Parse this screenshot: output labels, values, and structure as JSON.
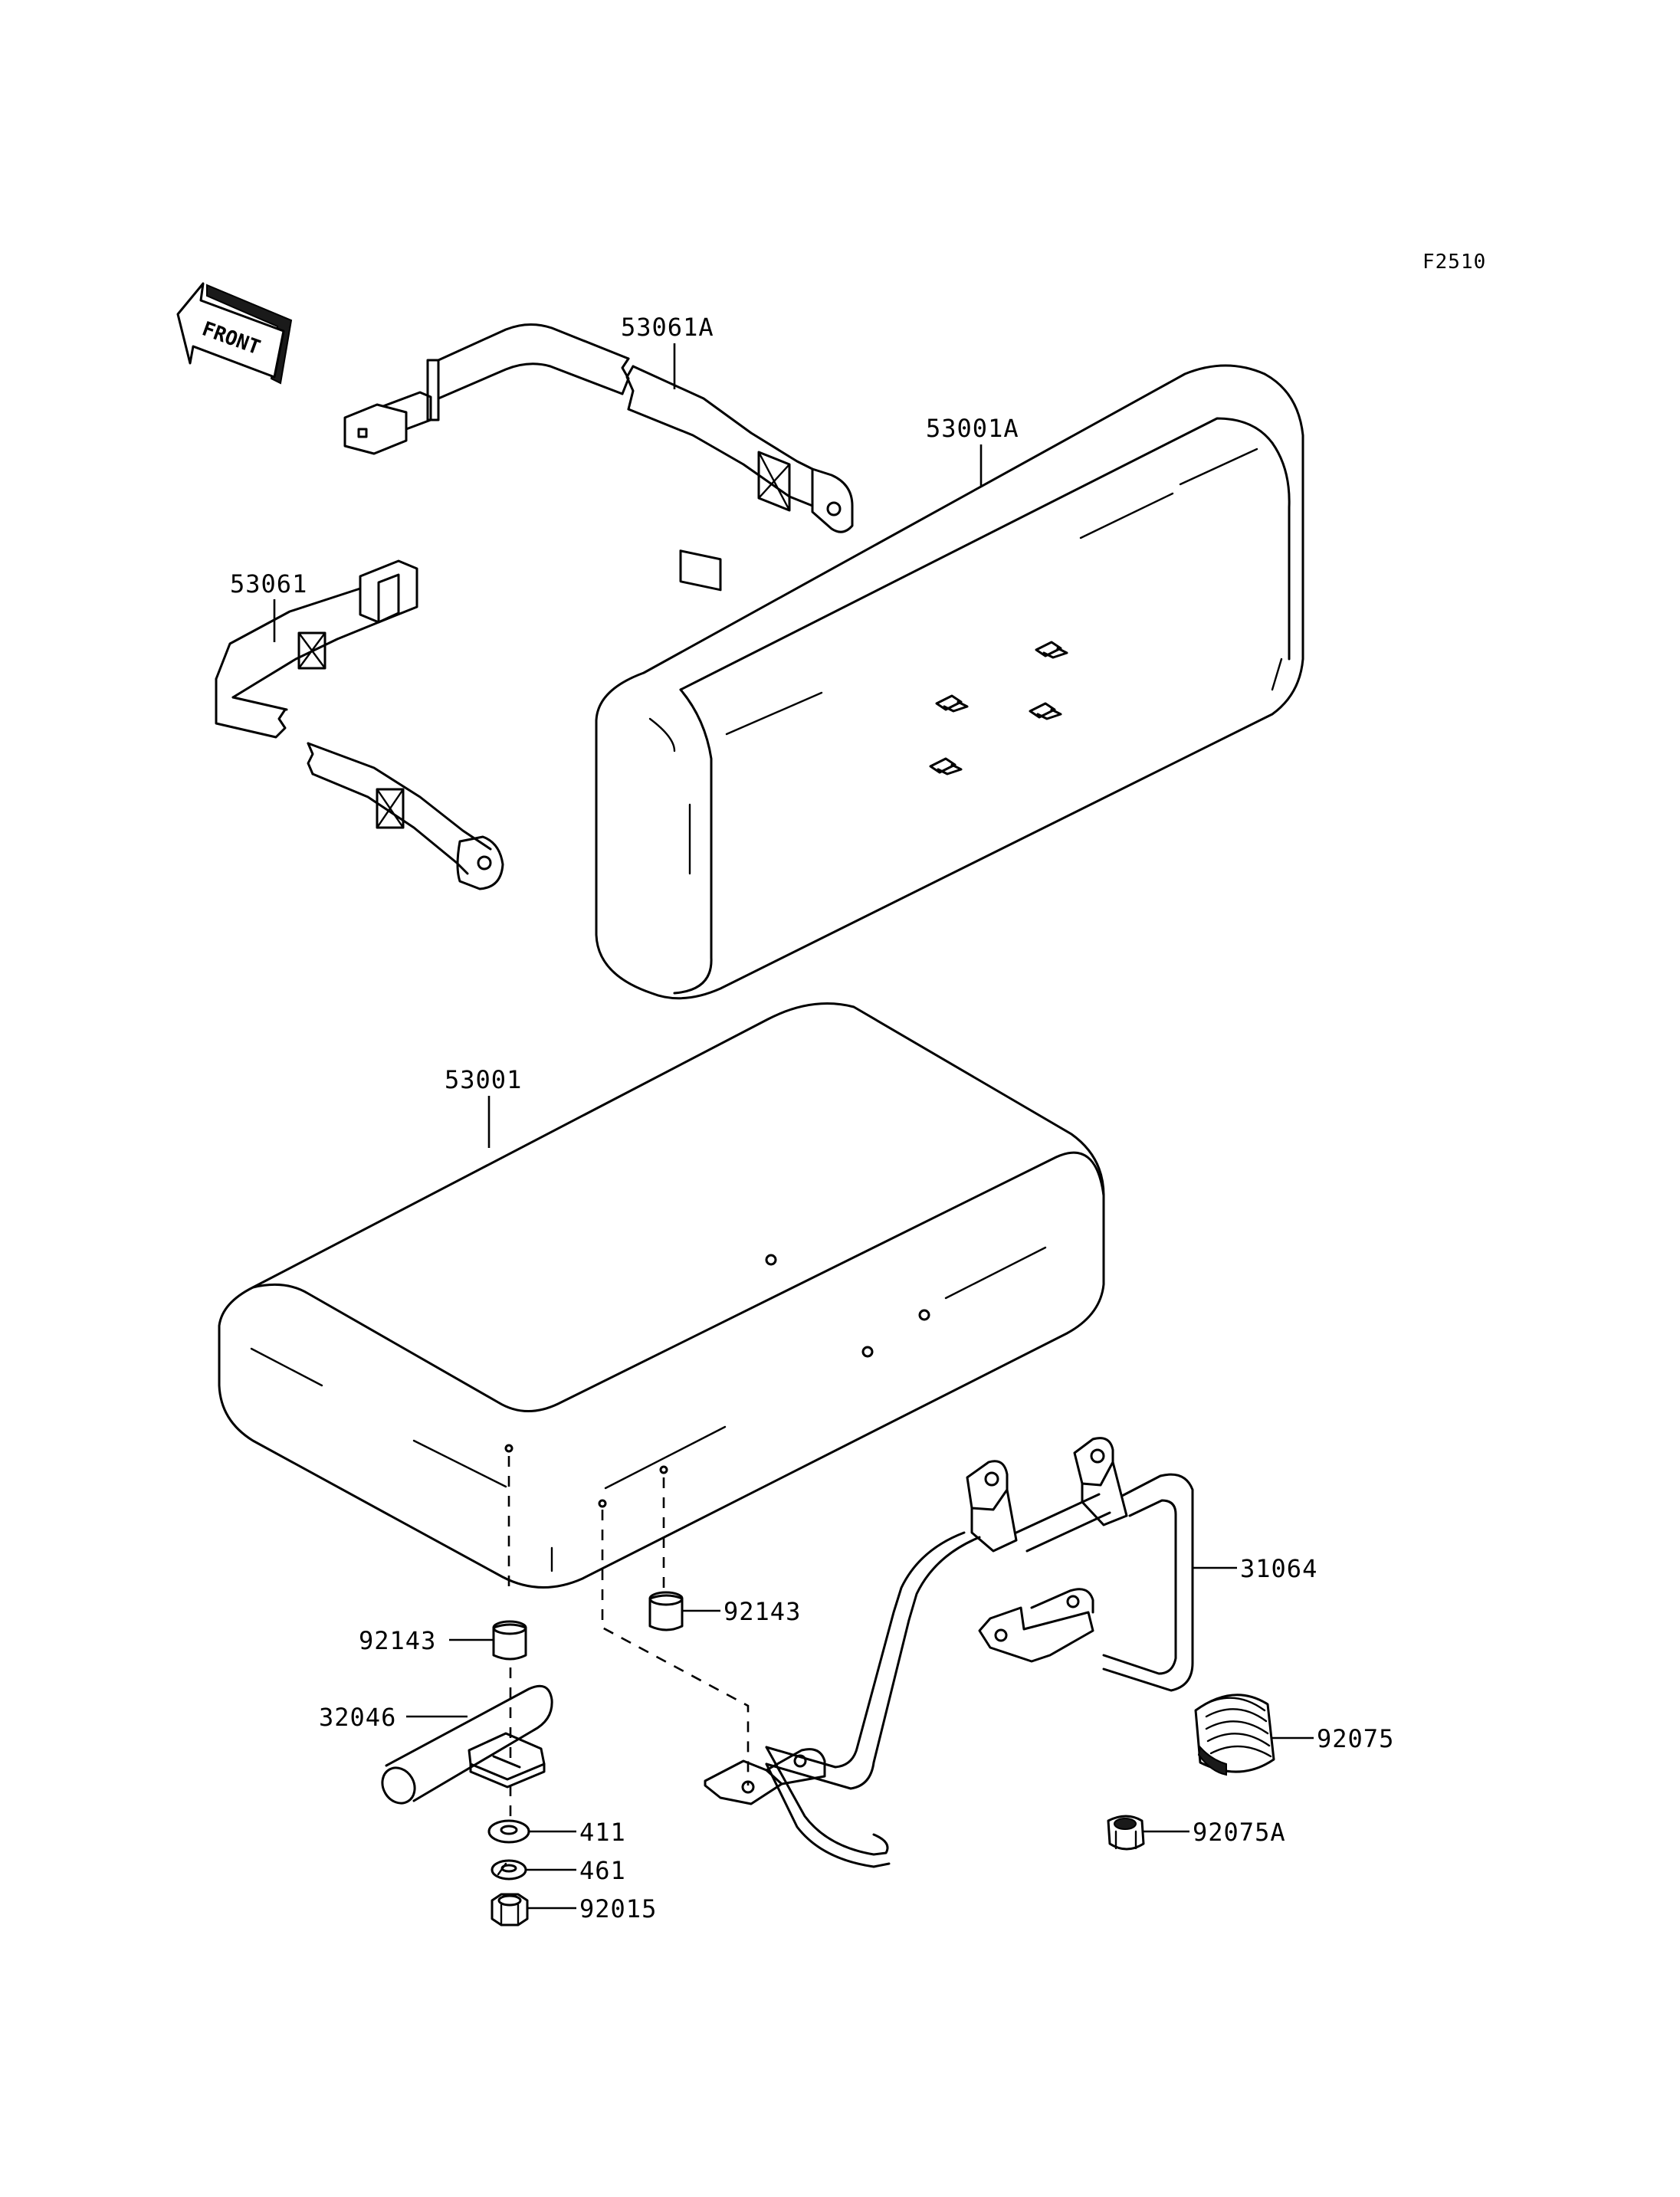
{
  "figure_code": "F2510",
  "direction_label": "FRONT",
  "parts": {
    "seat_belt_a": "53061A",
    "backrest": "53001A",
    "seat_belt": "53061",
    "seat_cushion": "53001",
    "frame": "31064",
    "collar_right": "92143",
    "collar_left": "92143",
    "bracket": "32046",
    "grommet": "92075",
    "washer": "411",
    "lock_washer": "461",
    "nut": "92015",
    "nut_a": "92075A"
  }
}
